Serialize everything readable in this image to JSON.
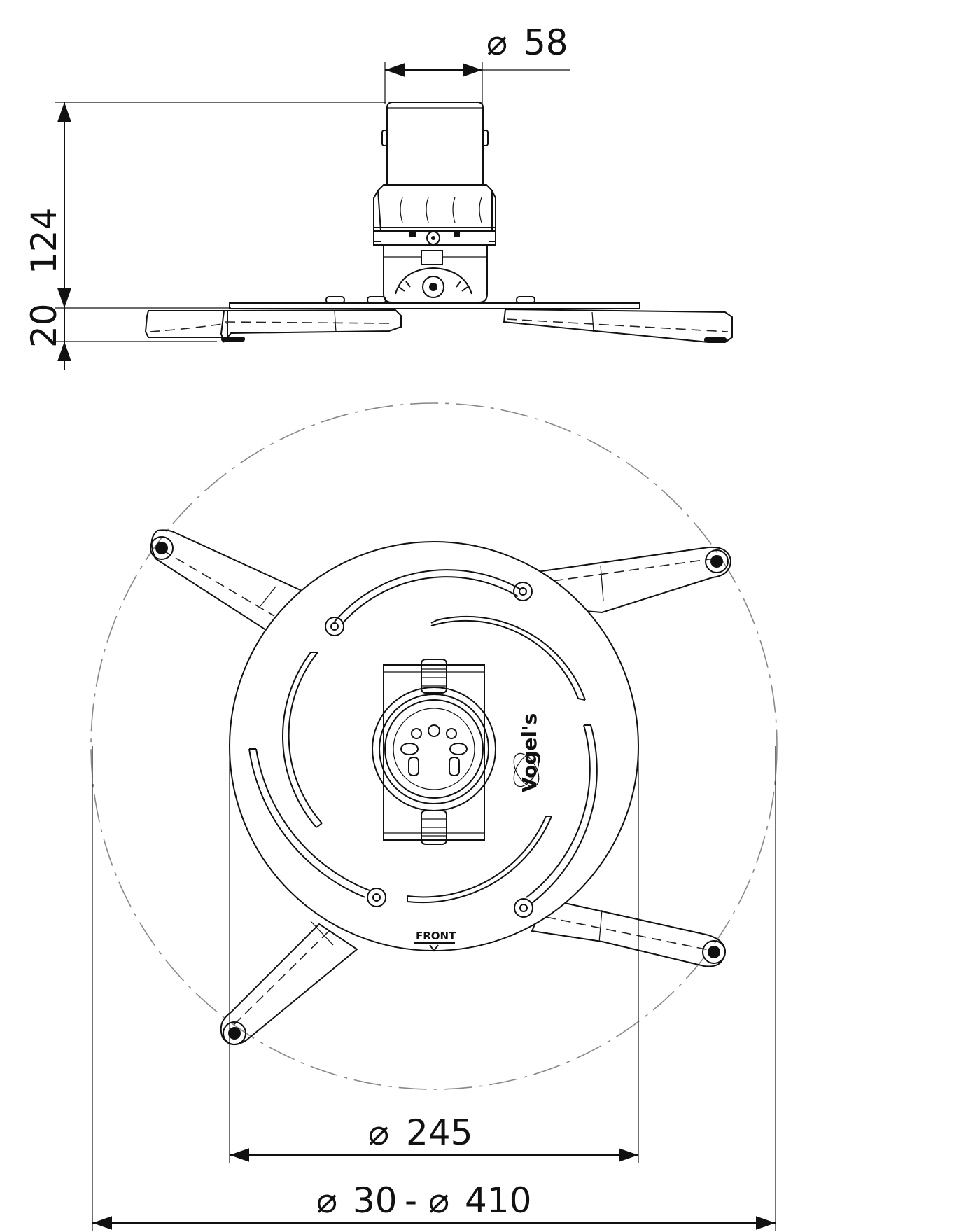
{
  "dimensions": {
    "top_diameter": {
      "symbol": "⌀",
      "value": "58"
    },
    "height_main": {
      "value": "124"
    },
    "height_base": {
      "value": "20"
    },
    "plate_diameter": {
      "symbol": "⌀",
      "value": "245"
    },
    "range": {
      "symbol_a": "⌀",
      "value_a": "30",
      "separator": "-",
      "symbol_b": "⌀",
      "value_b": "410"
    }
  },
  "labels": {
    "front": "FRONT",
    "logo": "Vogel's"
  }
}
